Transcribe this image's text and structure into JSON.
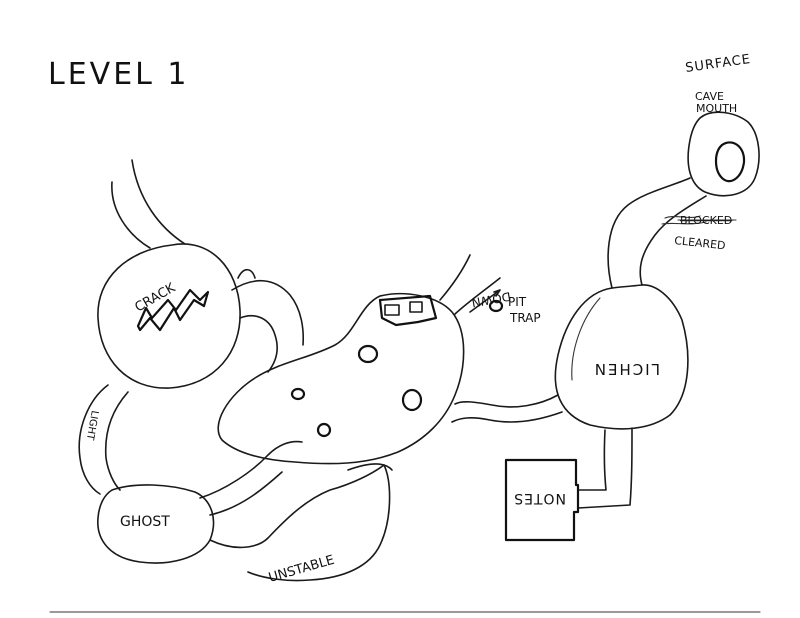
{
  "map": {
    "title": "LEVEL 1",
    "labels": {
      "surface": "SURFACE",
      "cave_mouth_line1": "CAVE",
      "cave_mouth_line2": "MOUTH",
      "blocked": "BLOCKED",
      "cleared": "CLEARED",
      "lichen": "LICHEN",
      "down": "DOWN",
      "pit": "PIT",
      "trap": "TRAP",
      "crack": "CRACK",
      "light": "LIGHT",
      "ghost": "GHOST",
      "unstable": "UNSTABLE",
      "notes": "NOTES"
    }
  }
}
